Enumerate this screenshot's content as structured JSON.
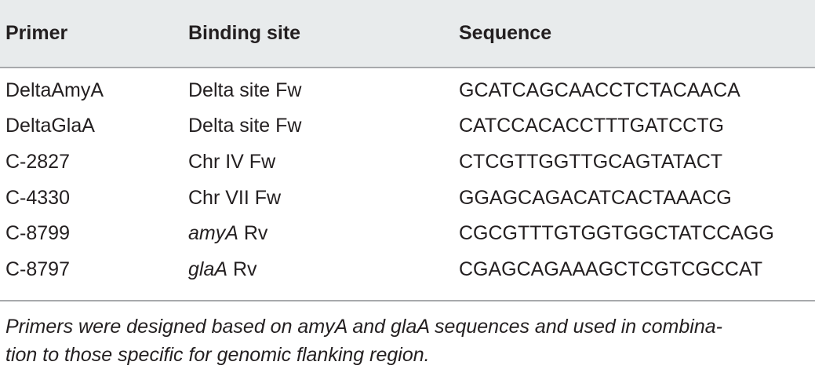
{
  "table": {
    "headers": {
      "primer": "Primer",
      "binding_site": "Binding site",
      "sequence": "Sequence"
    },
    "rows": [
      {
        "primer": "DeltaAmyA",
        "binding_italic": "",
        "binding_rest": "Delta site Fw",
        "sequence": "GCATCAGCAACCTCTACAACA"
      },
      {
        "primer": "DeltaGlaA",
        "binding_italic": "",
        "binding_rest": "Delta site Fw",
        "sequence": "CATCCACACCTTTGATCCTG"
      },
      {
        "primer": "C-2827",
        "binding_italic": "",
        "binding_rest": "Chr IV Fw",
        "sequence": "CTCGTTGGTTGCAGTATACT"
      },
      {
        "primer": "C-4330",
        "binding_italic": "",
        "binding_rest": "Chr VII Fw",
        "sequence": "GGAGCAGACATCACTAAACG"
      },
      {
        "primer": "C-8799",
        "binding_italic": "amyA",
        "binding_rest": " Rv",
        "sequence": "CGCGTTTGTGGTGGCTATCCAGG"
      },
      {
        "primer": "C-8797",
        "binding_italic": "glaA",
        "binding_rest": " Rv",
        "sequence": "CGAGCAGAAAGCTCGTCGCCAT"
      }
    ],
    "footnote": {
      "line1": "Primers were designed based on amyA and glaA sequences and used in combina-",
      "line2": "tion to those specific for genomic flanking region."
    }
  }
}
